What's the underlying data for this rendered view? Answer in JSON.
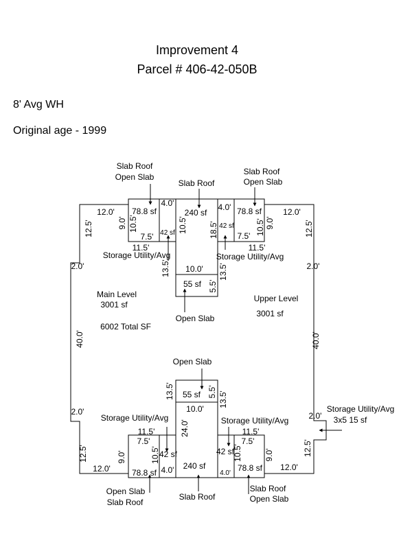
{
  "title": "Improvement 4",
  "parcel": "Parcel # 406-42-050B",
  "wall_height": "8' Avg WH",
  "original_age": "Original age - 1999",
  "areas": {
    "main_level_name": "Main Level",
    "main_level_sf": "3001 sf",
    "upper_level_name": "Upper Level",
    "upper_level_sf": "3001 sf",
    "total_sf": "6002 Total SF"
  },
  "labels": {
    "slab_roof": "Slab Roof",
    "open_slab": "Open Slab",
    "storage_utility_avg": "Storage Utility/Avg",
    "sf_78_8": "78.8 sf",
    "sf_240": "240 sf",
    "sf_55": "55 sf",
    "sf_42": "42 sf",
    "storage_small": "3x5   15 sf"
  },
  "dims": {
    "d12_0": "12.0'",
    "d12_5": "12.5'",
    "d9_0": "9.0'",
    "d10_5": "10.5'",
    "d7_5": "7.5'",
    "d4_0": "4.0'",
    "d11_5": "11.5'",
    "d18_5": "18.5'",
    "d13_5": "13.5'",
    "d10_0": "10.0'",
    "d5_5": "5.5'",
    "d2_0": "2.0'",
    "d40_0": "40.0'",
    "d24_0": "24.0'"
  }
}
